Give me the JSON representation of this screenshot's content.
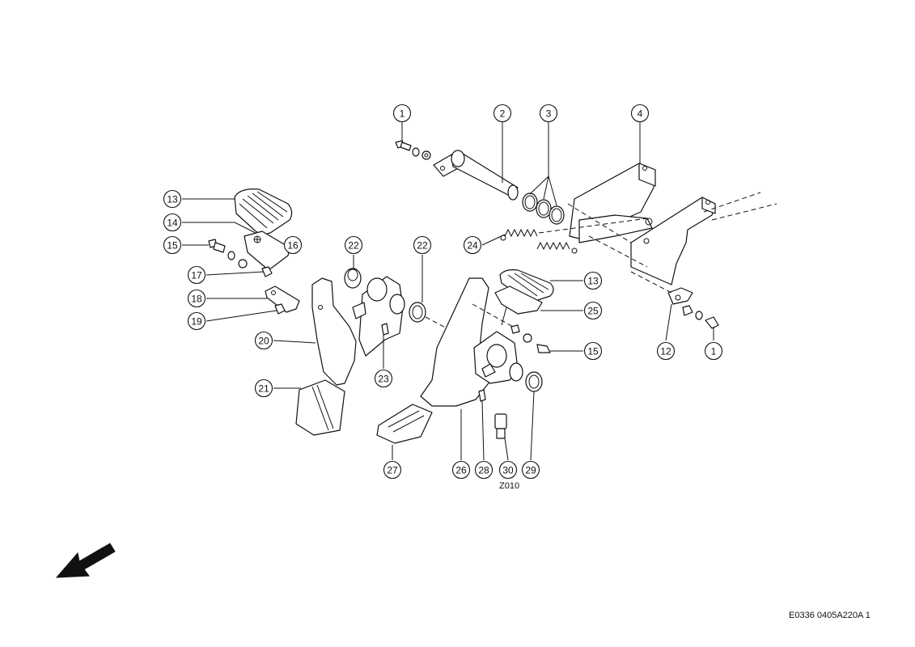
{
  "figure_code": "Z010",
  "reference_code": "E0336 0405A220A 1",
  "direction_icon": "arrow-front-icon",
  "callouts": [
    {
      "id": "c1a",
      "label": "1"
    },
    {
      "id": "c2",
      "label": "2"
    },
    {
      "id": "c3",
      "label": "3"
    },
    {
      "id": "c4",
      "label": "4"
    },
    {
      "id": "c13a",
      "label": "13"
    },
    {
      "id": "c14",
      "label": "14"
    },
    {
      "id": "c15a",
      "label": "15"
    },
    {
      "id": "c16",
      "label": "16"
    },
    {
      "id": "c17",
      "label": "17"
    },
    {
      "id": "c18",
      "label": "18"
    },
    {
      "id": "c19",
      "label": "19"
    },
    {
      "id": "c20",
      "label": "20"
    },
    {
      "id": "c21",
      "label": "21"
    },
    {
      "id": "c22a",
      "label": "22"
    },
    {
      "id": "c22b",
      "label": "22"
    },
    {
      "id": "c23",
      "label": "23"
    },
    {
      "id": "c24",
      "label": "24"
    },
    {
      "id": "c13b",
      "label": "13"
    },
    {
      "id": "c25",
      "label": "25"
    },
    {
      "id": "c15b",
      "label": "15"
    },
    {
      "id": "c12",
      "label": "12"
    },
    {
      "id": "c1b",
      "label": "1"
    },
    {
      "id": "c27",
      "label": "27"
    },
    {
      "id": "c26",
      "label": "26"
    },
    {
      "id": "c28",
      "label": "28"
    },
    {
      "id": "c30",
      "label": "30"
    },
    {
      "id": "c29",
      "label": "29"
    }
  ]
}
